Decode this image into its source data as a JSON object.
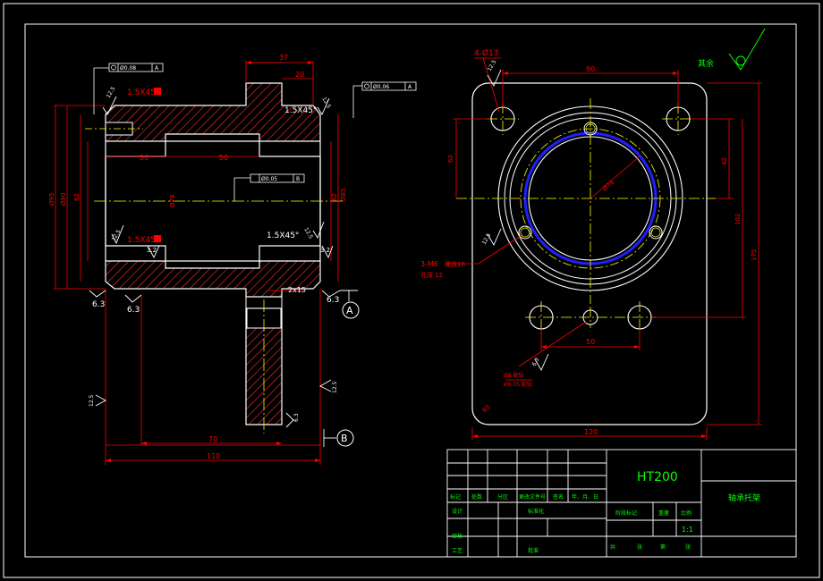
{
  "colors": {
    "background": "#000000",
    "outline": "#ffffff",
    "dimension": "#ff0000",
    "centerline": "#ffff00",
    "hatch": "#ff3030",
    "annotation_green": "#00ff00",
    "blue_circle": "#2020ff"
  },
  "left_view": {
    "chamfer_top_left": "1.5X45°",
    "chamfer_top_right": "1.5X45°",
    "chamfer_bottom_left": "1.5X45°",
    "chamfer_bottom_right": "1.5X45°",
    "dim_37": "37",
    "dim_20": "20",
    "dim_30": "30",
    "dim_50": "50",
    "dim_70": "70",
    "dim_110": "110",
    "dim_2x15": "2x15",
    "dia_outer": "Ø95",
    "dia_90": "Ø90",
    "dia_62_left": "62",
    "dia_bore": "Ø78",
    "dia_62_right": "62",
    "dia_85": "Ø85",
    "gdt_top_left_tol": "Ø0.08",
    "gdt_top_left_ref": "A",
    "gdt_top_right_tol": "Ø0.06",
    "gdt_top_right_ref": "A",
    "gdt_center_tol": "Ø0.05",
    "gdt_center_ref": "B",
    "rough_12_5_a": "12.5",
    "rough_12_5_b": "12.5",
    "rough_12_5_c": "12.5",
    "rough_12_5_d": "12.5",
    "rough_12_5_e": "12.5",
    "rough_12_5_f": "12.5",
    "rough_3_2_a": "3.2",
    "rough_3_2_b": "3.2",
    "rough_6_3_a": "6.3",
    "rough_6_3_b": "6.3",
    "rough_6_3_c": "6.3",
    "rough_6_3_d": "6.3",
    "datum_a": "A",
    "datum_b": "B"
  },
  "right_view": {
    "holes_label": "4-Ø13",
    "dim_90": "90",
    "dim_60": "60",
    "dim_42": "42",
    "dim_102": "102",
    "dim_175": "175",
    "dim_50": "50",
    "dim_120": "120",
    "dia_74": "Ø74",
    "thread_label": "3-M6",
    "thread_depth": "螺纹16",
    "thread_hole_depth": "孔深 12",
    "rough_12_5": "12.5",
    "rough_6_3": "6.3",
    "corner_r": "R5",
    "small_hole_label_1": "Ø8 配钻",
    "small_hole_label_2": "Ø6.05 配铰",
    "other_label": "其余"
  },
  "title_block": {
    "material": "HT200",
    "part_name": "轴承托架",
    "row_labels": [
      "标记",
      "处数",
      "分区",
      "更改文件号",
      "签名",
      "年、月、日"
    ],
    "designer": "设计",
    "standardized": "标准化",
    "checked": "审核",
    "process": "工艺",
    "approved": "批准",
    "stage_mark": "阶段标记",
    "weight": "重量",
    "scale": "比例",
    "scale_value": "1:1",
    "sheet_total": "共",
    "sheet_label": "张",
    "sheet_num": "第",
    "sheet_label2": "张"
  }
}
